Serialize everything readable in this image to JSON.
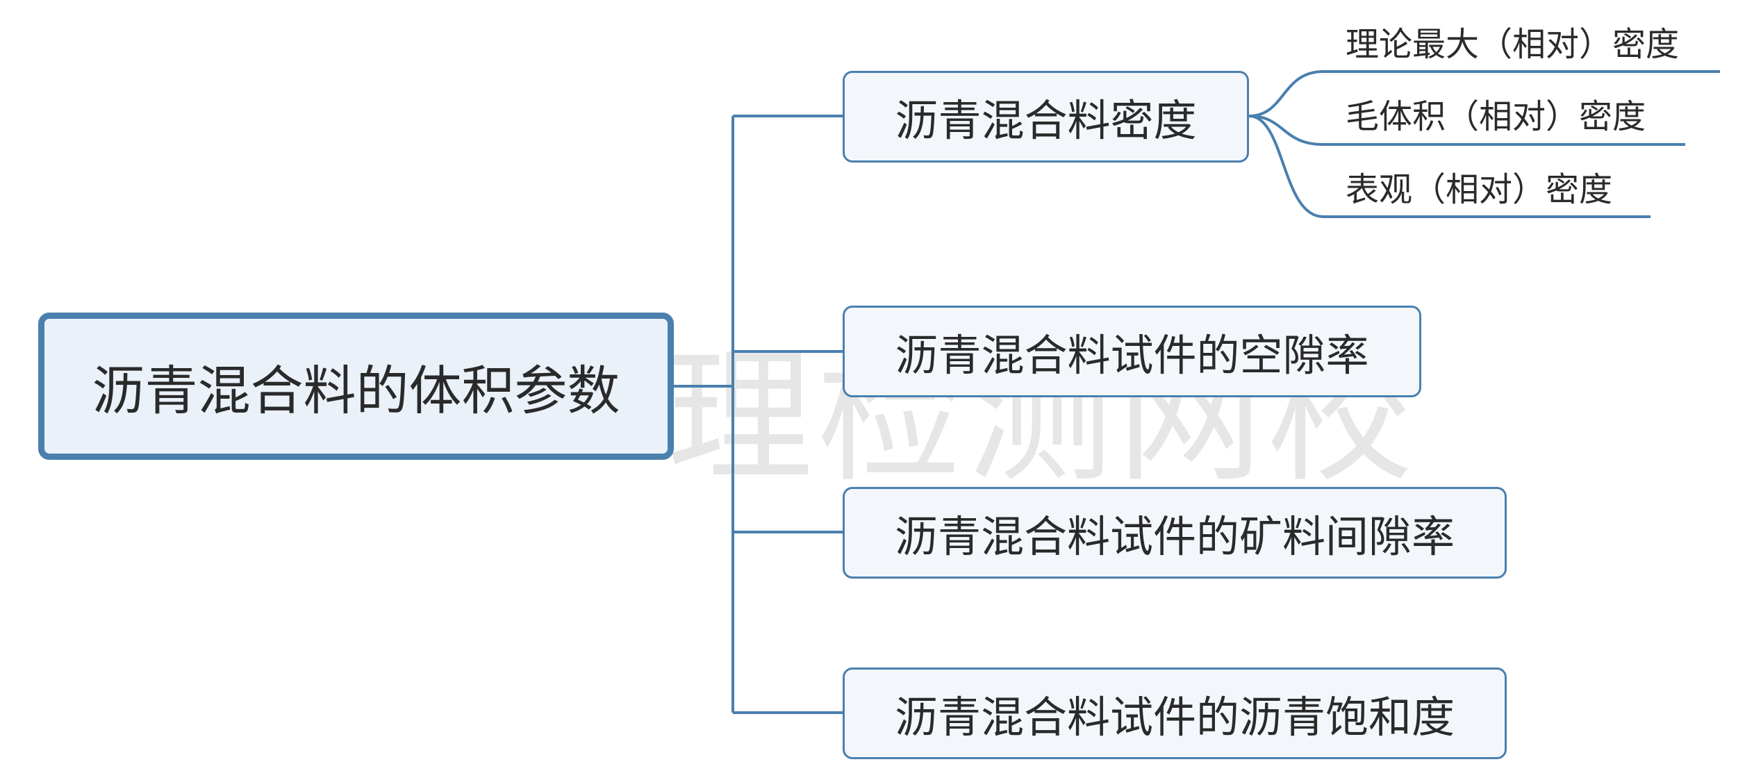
{
  "watermark": "理检测网校",
  "root": {
    "label": "沥青混合料的体积参数"
  },
  "branches": [
    {
      "label": "沥青混合料密度",
      "children": [
        {
          "label": "理论最大（相对）密度"
        },
        {
          "label": "毛体积（相对）密度"
        },
        {
          "label": "表观（相对）密度"
        }
      ]
    },
    {
      "label": "沥青混合料试件的空隙率"
    },
    {
      "label": "沥青混合料试件的矿料间隙率"
    },
    {
      "label": "沥青混合料试件的沥青饱和度"
    }
  ],
  "colors": {
    "connector": "#4a7fae",
    "root_fill": "#eaf1f9",
    "branch_fill": "#f3f7fc",
    "text": "#2a2a2a",
    "watermark": "#e6e6e6"
  }
}
